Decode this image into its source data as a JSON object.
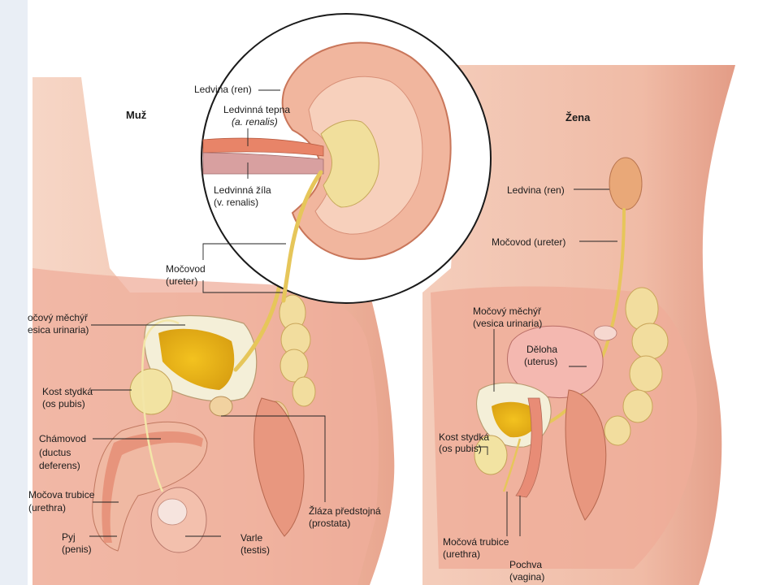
{
  "titles": {
    "male": "Muž",
    "female": "Žena"
  },
  "kidney_inset": {
    "ren": "Ledvina (ren)",
    "artery_cz": "Ledvinná tepna",
    "artery_lat": "(a. renalis)",
    "vein_cz": "Ledvinná žíla",
    "vein_lat": "(v. renalis)"
  },
  "male": {
    "ureter_cz": "Močovod",
    "ureter_lat": "(ureter)",
    "bladder_cz": "očový měchýř",
    "bladder_lat": "esica urinaria)",
    "pubis_cz": "Kost stydká",
    "pubis_lat": "(os pubis)",
    "vas_cz": "Chámovod",
    "vas_lat1": "(ductus",
    "vas_lat2": "deferens)",
    "urethra_cz": "Močova trubice",
    "urethra_lat": "(urethra)",
    "penis_cz": "Pyj",
    "penis_lat": "(penis)",
    "testis_cz": "Varle",
    "testis_lat": "(testis)",
    "prostate_cz": "Žláza předstojná",
    "prostate_lat": "(prostata)"
  },
  "female": {
    "ren": "Ledvina (ren)",
    "ureter": "Močovod (ureter)",
    "bladder_cz": "Močový měchýř",
    "bladder_lat": "(vesica urinaria)",
    "uterus_cz": "Děloha",
    "uterus_lat": "(uterus)",
    "pubis_cz": "Kost stydká",
    "pubis_lat": "(os pubis)",
    "urethra_cz": "Močová trubice",
    "urethra_lat": "(urethra)",
    "vagina_cz": "Pochva",
    "vagina_lat": "(vagina)"
  },
  "colors": {
    "skin": "#f3c4b0",
    "skin_dark": "#e39c86",
    "tissue": "#f0b1a0",
    "kidney_cortex": "#f1b69e",
    "pelvis_yellow": "#f1df9c",
    "ureter": "#e6c65a",
    "intestine": "#f2dd9e",
    "artery": "#e88468",
    "vein": "#d8a0a0",
    "urine": "#e2b716"
  }
}
